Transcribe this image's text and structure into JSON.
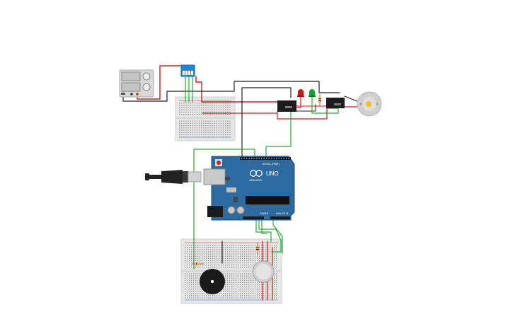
{
  "canvas": {
    "background": "#ffffff"
  },
  "colors": {
    "wire_red": "#d6181e",
    "wire_black": "#222222",
    "wire_green": "#2aa637",
    "arduino_blue": "#2c6aa0",
    "breadboard": "#e6e6e6",
    "dip_switch": "#1e88d8",
    "led_red": "#c81818",
    "led_green": "#1f9b2c",
    "motor_shaft": "#f2c21b"
  },
  "components": {
    "power_supply": {
      "icon": "power-supply-icon"
    },
    "dip_switch": {
      "icon": "dip-switch-icon"
    },
    "relay_left": {
      "icon": "relay-icon"
    },
    "relay_right": {
      "icon": "relay-icon"
    },
    "led_red": {
      "icon": "led-icon"
    },
    "led_green": {
      "icon": "led-icon"
    },
    "dc_motor": {
      "icon": "dc-motor-icon"
    },
    "arduino": {
      "icon": "arduino-uno-icon",
      "model_label": "UNO",
      "brand_label": "ARDUINO",
      "digital_label": "DIGITAL (PWM~)",
      "power_label": "POWER",
      "analog_label": "ANALOG IN"
    },
    "usb_cable": {
      "icon": "usb-cable-icon"
    },
    "piezo_buzzer": {
      "icon": "buzzer-icon"
    },
    "gas_sensor": {
      "icon": "gas-sensor-icon"
    },
    "resistor": {
      "icon": "resistor-icon"
    }
  }
}
